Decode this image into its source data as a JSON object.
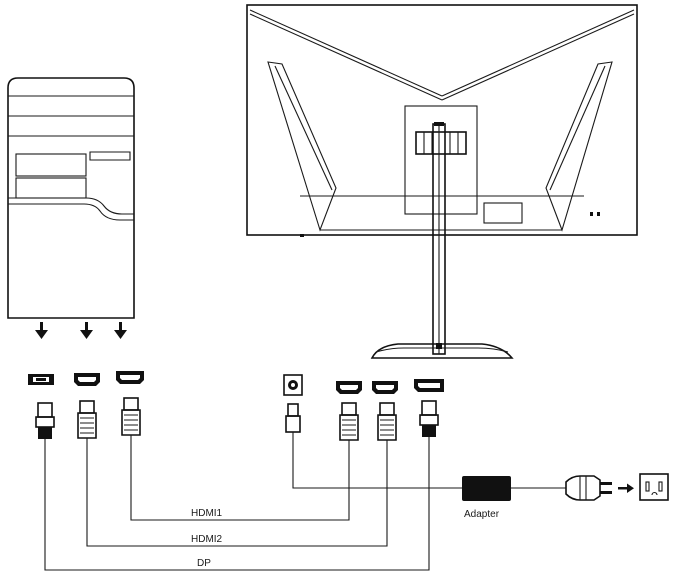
{
  "diagram": {
    "labels": {
      "hdmi1": "HDMI1",
      "hdmi2": "HDMI2",
      "dp": "DP",
      "adapter": "Adapter"
    },
    "icons": {
      "pc": "pc-tower-icon",
      "monitor": "monitor-back-icon",
      "arrow": "arrow-down-icon",
      "dp_port": "displayport-port-icon",
      "hdmi_port": "hdmi-port-icon",
      "dc_port": "dc-in-port-icon",
      "adapter": "power-adapter-icon",
      "plug": "power-plug-icon",
      "outlet": "wall-outlet-icon"
    },
    "colors": {
      "line": "#1a1a1a",
      "fill_dark": "#111111",
      "background": "#ffffff"
    }
  }
}
